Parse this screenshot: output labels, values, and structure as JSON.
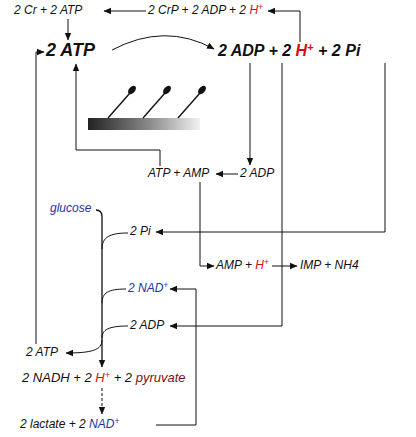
{
  "diagram": {
    "labels": [
      "2 Cr + 2 ATP",
      "2 CrP + 2 ADP + 2 H+",
      "2 ATP",
      "2 ADP + 2 H+ + 2 Pi",
      "ATP + AMP",
      "2 ADP",
      "glucose",
      "2 Pi",
      "AMP + H+",
      "IMP + NH4",
      "2 NAD+",
      "2 ADP",
      "2 ATP",
      "2 NADH + 2 H+ + 2 pyruvate",
      "2 lactate + 2 NAD+"
    ]
  }
}
